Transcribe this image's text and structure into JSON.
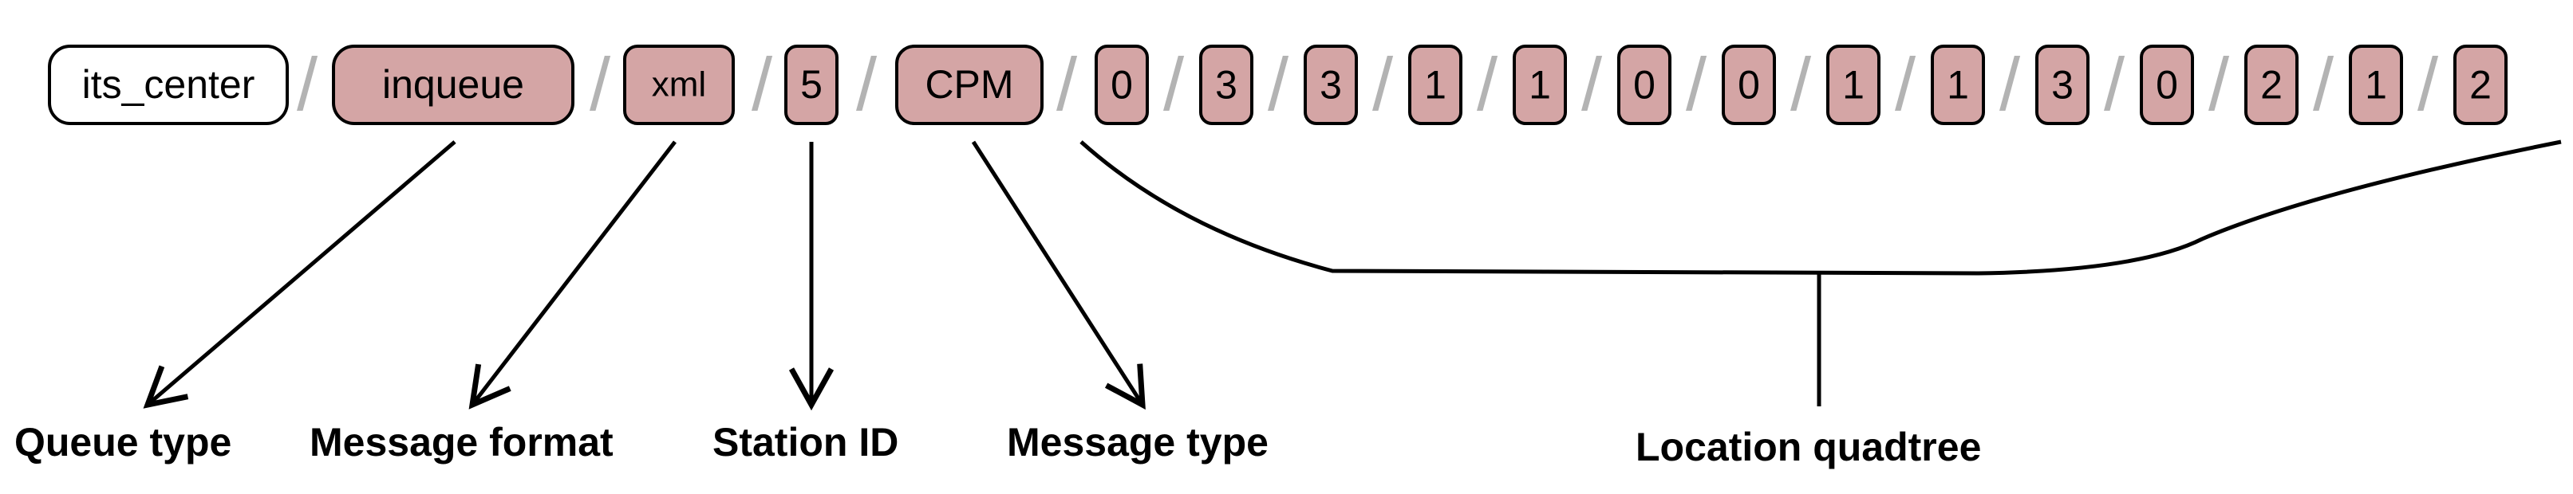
{
  "segments": {
    "root": "its_center",
    "queue_type": "inqueue",
    "message_format": "xml",
    "station_id": "5",
    "message_type": "CPM",
    "quadtree": [
      "0",
      "3",
      "3",
      "1",
      "1",
      "0",
      "0",
      "1",
      "1",
      "3",
      "0",
      "2",
      "1",
      "2"
    ]
  },
  "separator": "/",
  "labels": {
    "queue_type": "Queue type",
    "message_format": "Message format",
    "station_id": "Station ID",
    "message_type": "Message type",
    "location_quadtree": "Location quadtree"
  },
  "colors": {
    "highlight_fill": "#d4a5a5",
    "plain_fill": "#ffffff",
    "stroke": "#000000",
    "separator": "#b3b3b3"
  }
}
